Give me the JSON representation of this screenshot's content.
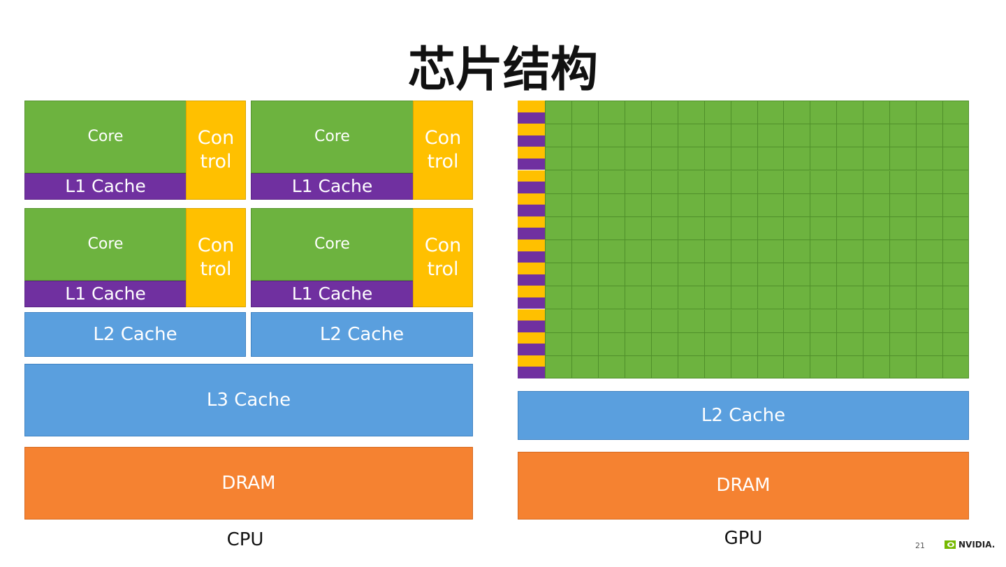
{
  "title": "芯片结构",
  "cpu": {
    "core_label": "Core",
    "l1_label": "L1 Cache",
    "control_label": "Con trol",
    "l2_label": "L2 Cache",
    "l3_label": "L3 Cache",
    "dram_label": "DRAM",
    "caption": "CPU"
  },
  "gpu": {
    "l2_label": "L2 Cache",
    "dram_label": "DRAM",
    "caption": "GPU"
  },
  "footer": {
    "page_number": "21",
    "logo_text": "NVIDIA."
  },
  "colors": {
    "core": "#6db33f",
    "l1_cache": "#7030a0",
    "control": "#ffc000",
    "cache": "#5a9fde",
    "dram": "#f58231"
  }
}
